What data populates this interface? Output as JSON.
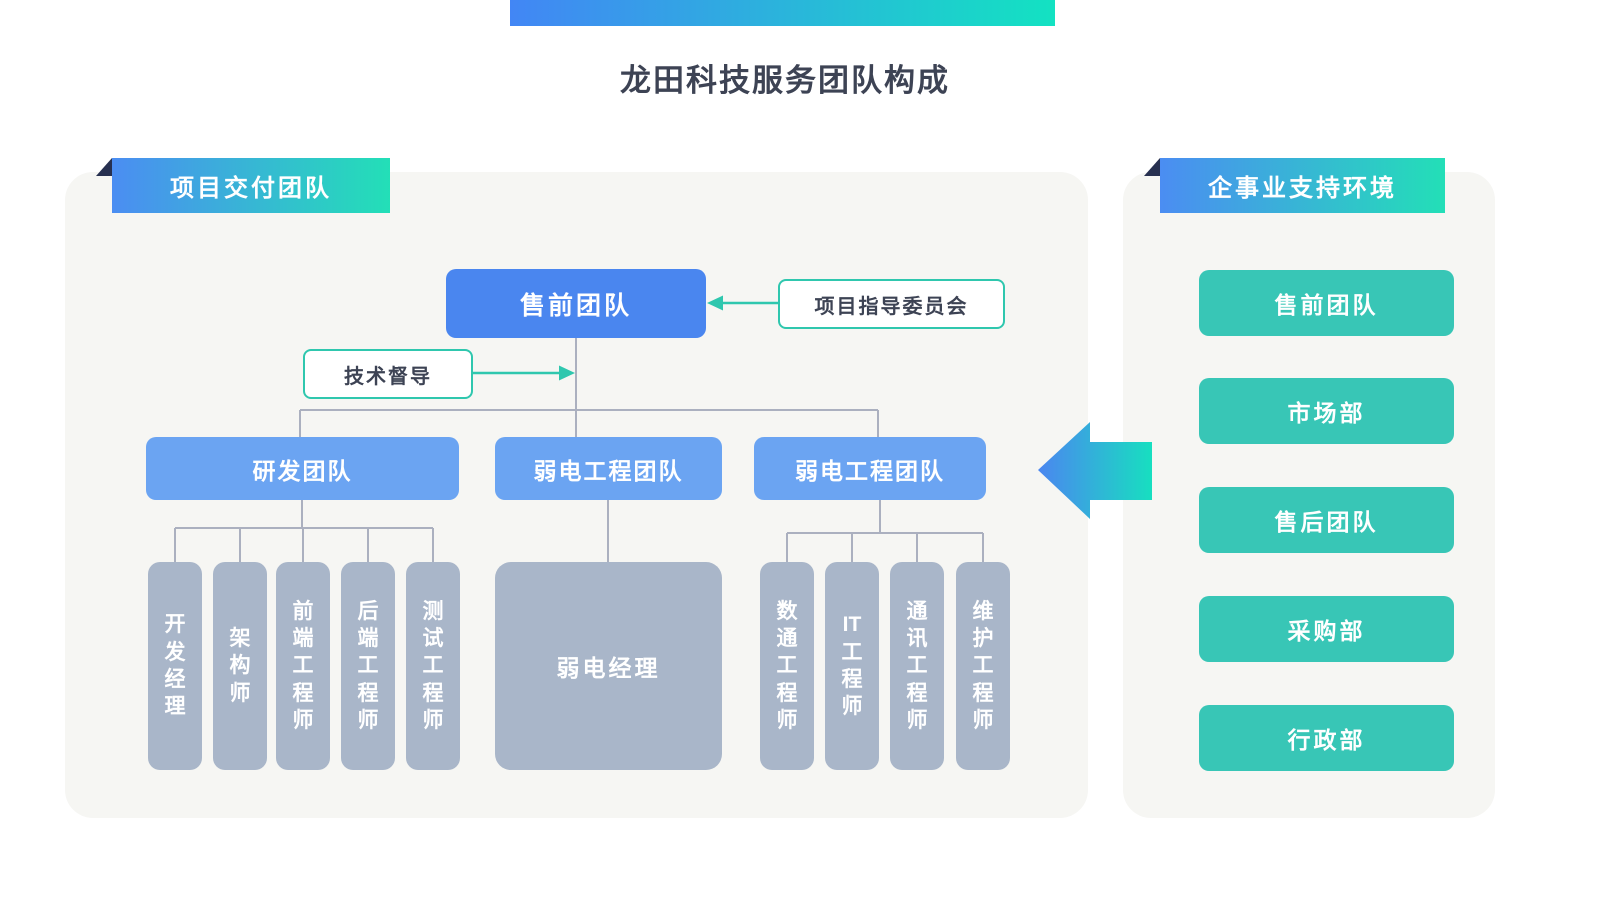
{
  "page": {
    "title": "龙田科技服务团队构成"
  },
  "colors": {
    "accent_blue": "#4a86ef",
    "team_blue": "#6ba4f2",
    "member_gray": "#a9b6c9",
    "teal": "#38c6b6",
    "outline_teal": "#2fc7ae",
    "gradient_start": "#4286f5",
    "gradient_end": "#13e2c2",
    "panel_bg": "#f6f6f3",
    "connector": "#abb0bf",
    "title_text": "#3d4354",
    "fold_navy": "#273050"
  },
  "delivery_panel": {
    "ribbon_label": "项目交付团队",
    "presales_box": "售前团队",
    "steering_box": "项目指导委员会",
    "supervision_box": "技术督导",
    "teams": [
      {
        "label": "研发团队"
      },
      {
        "label": "弱电工程团队"
      },
      {
        "label": "弱电工程团队"
      }
    ],
    "rd_members": [
      "开发经理",
      "架构师",
      "前端工程师",
      "后端工程师",
      "测试工程师"
    ],
    "weak_current_manager": "弱电经理",
    "engineering_members": [
      "数通工程师",
      "IT工程师",
      "通讯工程师",
      "维护工程师"
    ]
  },
  "support_panel": {
    "ribbon_label": "企事业支持环境",
    "departments": [
      "售前团队",
      "市场部",
      "售后团队",
      "采购部",
      "行政部"
    ]
  }
}
